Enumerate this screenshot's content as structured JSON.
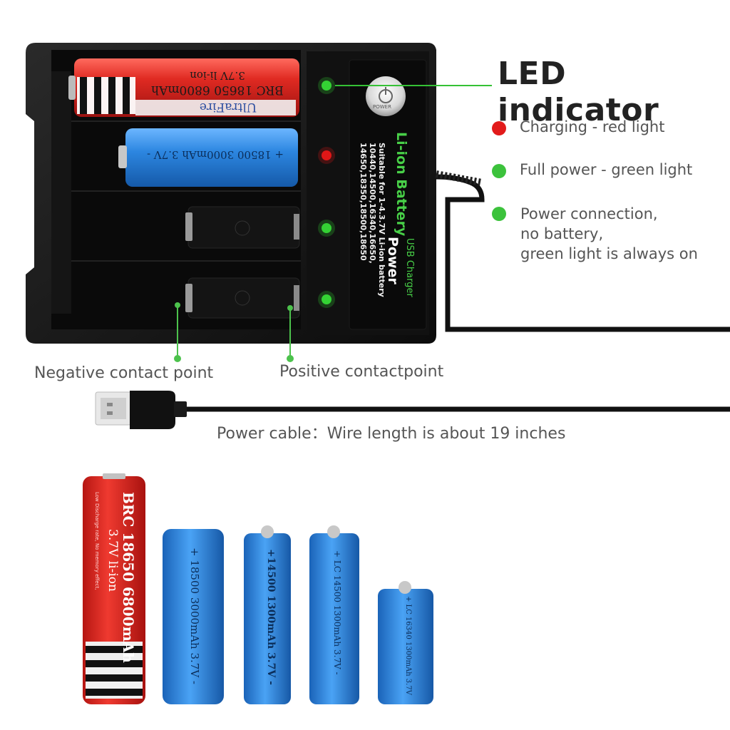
{
  "header": {
    "led_title": "LED indicator"
  },
  "legend": [
    {
      "text": "Charging - red light",
      "color": "#e21b1b"
    },
    {
      "text": "Full power - green light",
      "color": "#3cc23c"
    },
    {
      "text_lines": [
        "Power connection,",
        "no battery,",
        "green light is always on"
      ],
      "color": "#3cc23c"
    }
  ],
  "callouts": {
    "negative": "Negative contact point",
    "positive": "Positive contactpoint",
    "cable": "Power cable：Wire length is about 19 inches"
  },
  "charger": {
    "brand_line1": "Li-ion Battery",
    "brand_line2": "Power",
    "brand_line3": "USB Charger",
    "suitable_1": "Suitable for 1-4.3.7V Li-ion battery",
    "suitable_2": "10440,14500,16340,16650,",
    "suitable_3": "14650,18350,18500,18650",
    "power_label": "POWER"
  },
  "cells_in_charger": [
    {
      "label": "BRC 18650 6800mAh",
      "sub": "3.7V li-ion",
      "band": "UltraFire",
      "color": "#d8231f"
    },
    {
      "label": "+ 18500 3000mAh 3.7V -",
      "color": "#2a7fd6"
    }
  ],
  "bottom_cells": [
    {
      "label_a": "BRC 18650 6800mAh",
      "label_b": "3.7V li-ion",
      "note": "Low Discharge rate, No memory effect,",
      "color": "#d8231f"
    },
    {
      "label_a": "+ 18500 3000mAh 3.7V -",
      "color": "#2a7fd6"
    },
    {
      "label_a": "+14500 1300mAh 3.7V -",
      "color": "#2a7fd6"
    },
    {
      "label_a": "+ LC 14500 1300mAh 3.7V -",
      "color": "#2a7fd6"
    },
    {
      "label_a": "+ LC 16340 1300mAh 3.7V",
      "color": "#2a7fd6"
    }
  ],
  "leds": [
    {
      "state": "green",
      "color": "#35d235"
    },
    {
      "state": "red",
      "color": "#e01717"
    },
    {
      "state": "green",
      "color": "#35d235"
    },
    {
      "state": "green",
      "color": "#35d235"
    }
  ]
}
